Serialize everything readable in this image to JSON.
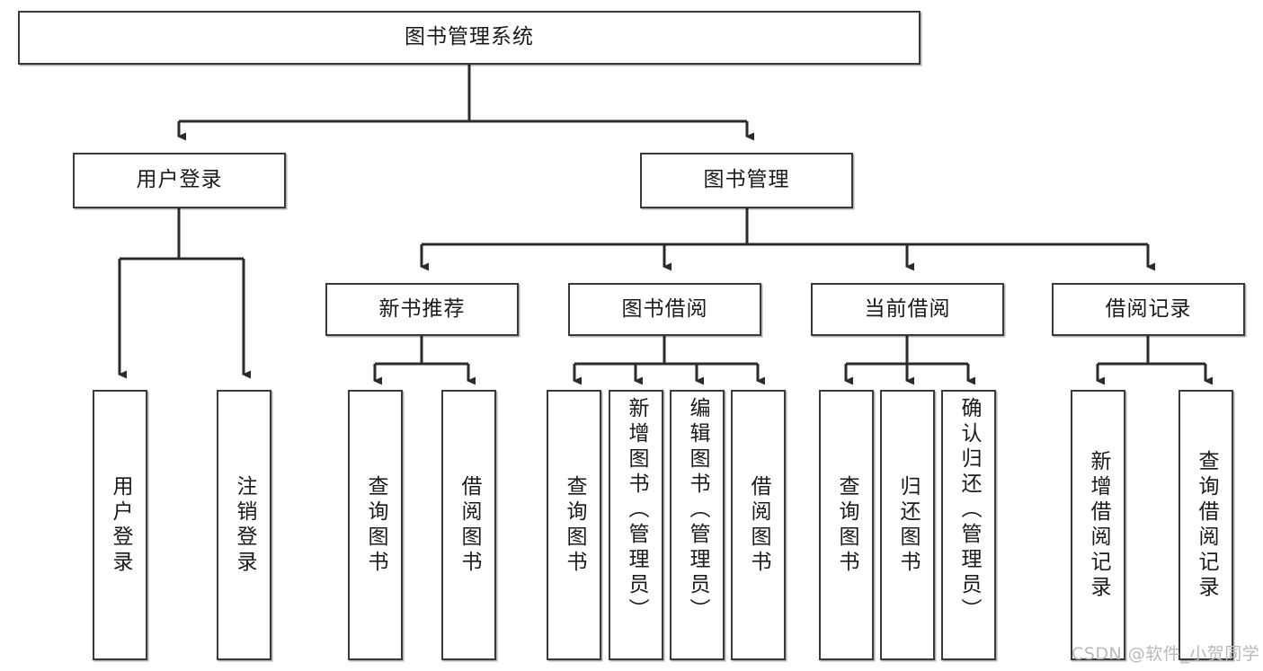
{
  "diagram": {
    "title": "图书管理系统",
    "type": "tree-hierarchy-chart",
    "colors": {
      "box_border": "#3a3a3a",
      "box_fill": "#ffffff",
      "connector": "#2b2b2b",
      "text": "#1a1a1a",
      "watermark": "#b9b9b9"
    },
    "root": {
      "label": "图书管理系统"
    },
    "level2": [
      {
        "label": "用户登录"
      },
      {
        "label": "图书管理"
      }
    ],
    "level3": [
      {
        "label": "新书推荐"
      },
      {
        "label": "图书借阅"
      },
      {
        "label": "当前借阅"
      },
      {
        "label": "借阅记录"
      }
    ],
    "leaves_user_login": [
      {
        "label": "用户登录"
      },
      {
        "label": "注销登录"
      }
    ],
    "leaves_new_book": [
      {
        "label": "查询图书"
      },
      {
        "label": "借阅图书"
      }
    ],
    "leaves_borrow": [
      {
        "label": "查询图书"
      },
      {
        "label": "新增图书（管理员）"
      },
      {
        "label": "编辑图书（管理员）"
      },
      {
        "label": "借阅图书"
      }
    ],
    "leaves_current": [
      {
        "label": "查询图书"
      },
      {
        "label": "归还图书"
      },
      {
        "label": "确认归还（管理员）"
      }
    ],
    "leaves_record": [
      {
        "label": "新增借阅记录"
      },
      {
        "label": "查询借阅记录"
      }
    ]
  },
  "watermark": {
    "text": "CSDN @软件_小贺同学"
  }
}
